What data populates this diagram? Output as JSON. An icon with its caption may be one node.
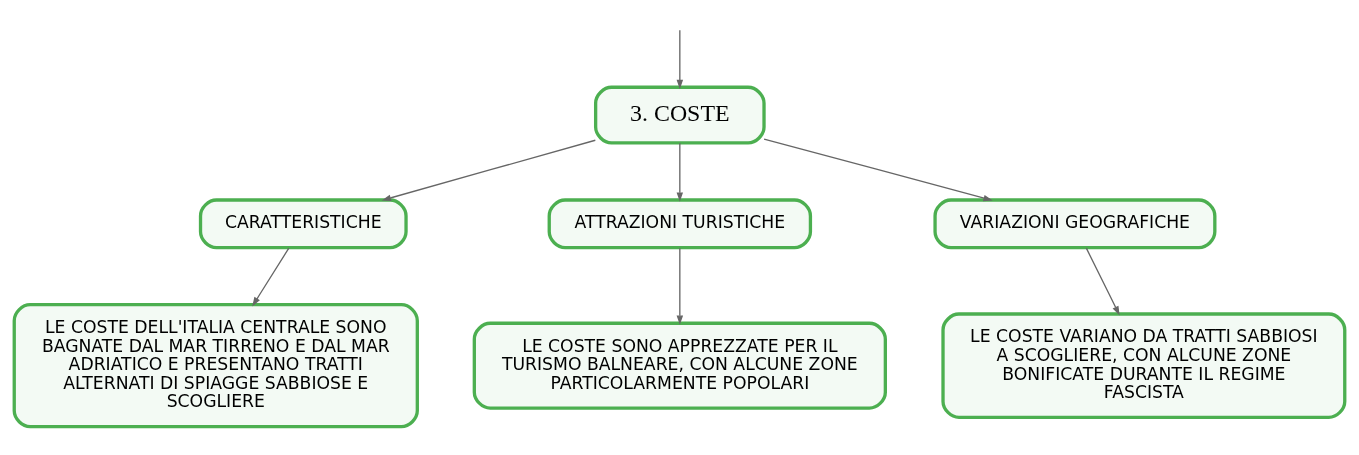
{
  "diagram": {
    "nodes": [
      {
        "text": [
          "3. COSTE"
        ]
      },
      {
        "text": [
          "CARATTERISTICHE"
        ]
      },
      {
        "text": [
          "ATTRAZIONI TURISTICHE"
        ]
      },
      {
        "text": [
          "VARIAZIONI GEOGRAFICHE"
        ]
      },
      {
        "text": [
          "LE COSTE DELL'ITALIA CENTRALE SONO BAGNATE DAL MAR TIRRENO E DAL MAR ADRIATICO E PRESENTANO TRATTI ALTERNATI DI SPIAGGE SABBIOSE E SCOGLIERE"
        ]
      },
      {
        "text": [
          "LE COSTE SONO APPREZZATE PER IL TURISMO BALNEARE, CON ALCUNE ZONE PARTICOLARMENTE POPOLARI"
        ]
      },
      {
        "text": [
          "LE COSTE VARIANO DA TRATTI SABBIOSI A SCOGLIERE, CON ALCUNE ZONE BONIFICATE DURANTE IL REGIME FASCISTA"
        ]
      }
    ],
    "edges": [
      {
        "from": null,
        "to": 0,
        "arrow": "to"
      },
      {
        "from": 0,
        "to": 1,
        "arrow": "to"
      },
      {
        "from": 0,
        "to": 2,
        "arrow": "to"
      },
      {
        "from": 0,
        "to": 3,
        "arrow": "to"
      },
      {
        "from": 1,
        "to": 4,
        "arrow": "to"
      },
      {
        "from": 2,
        "to": 5,
        "arrow": "to"
      },
      {
        "from": 3,
        "to": 6,
        "arrow": "to"
      }
    ]
  }
}
